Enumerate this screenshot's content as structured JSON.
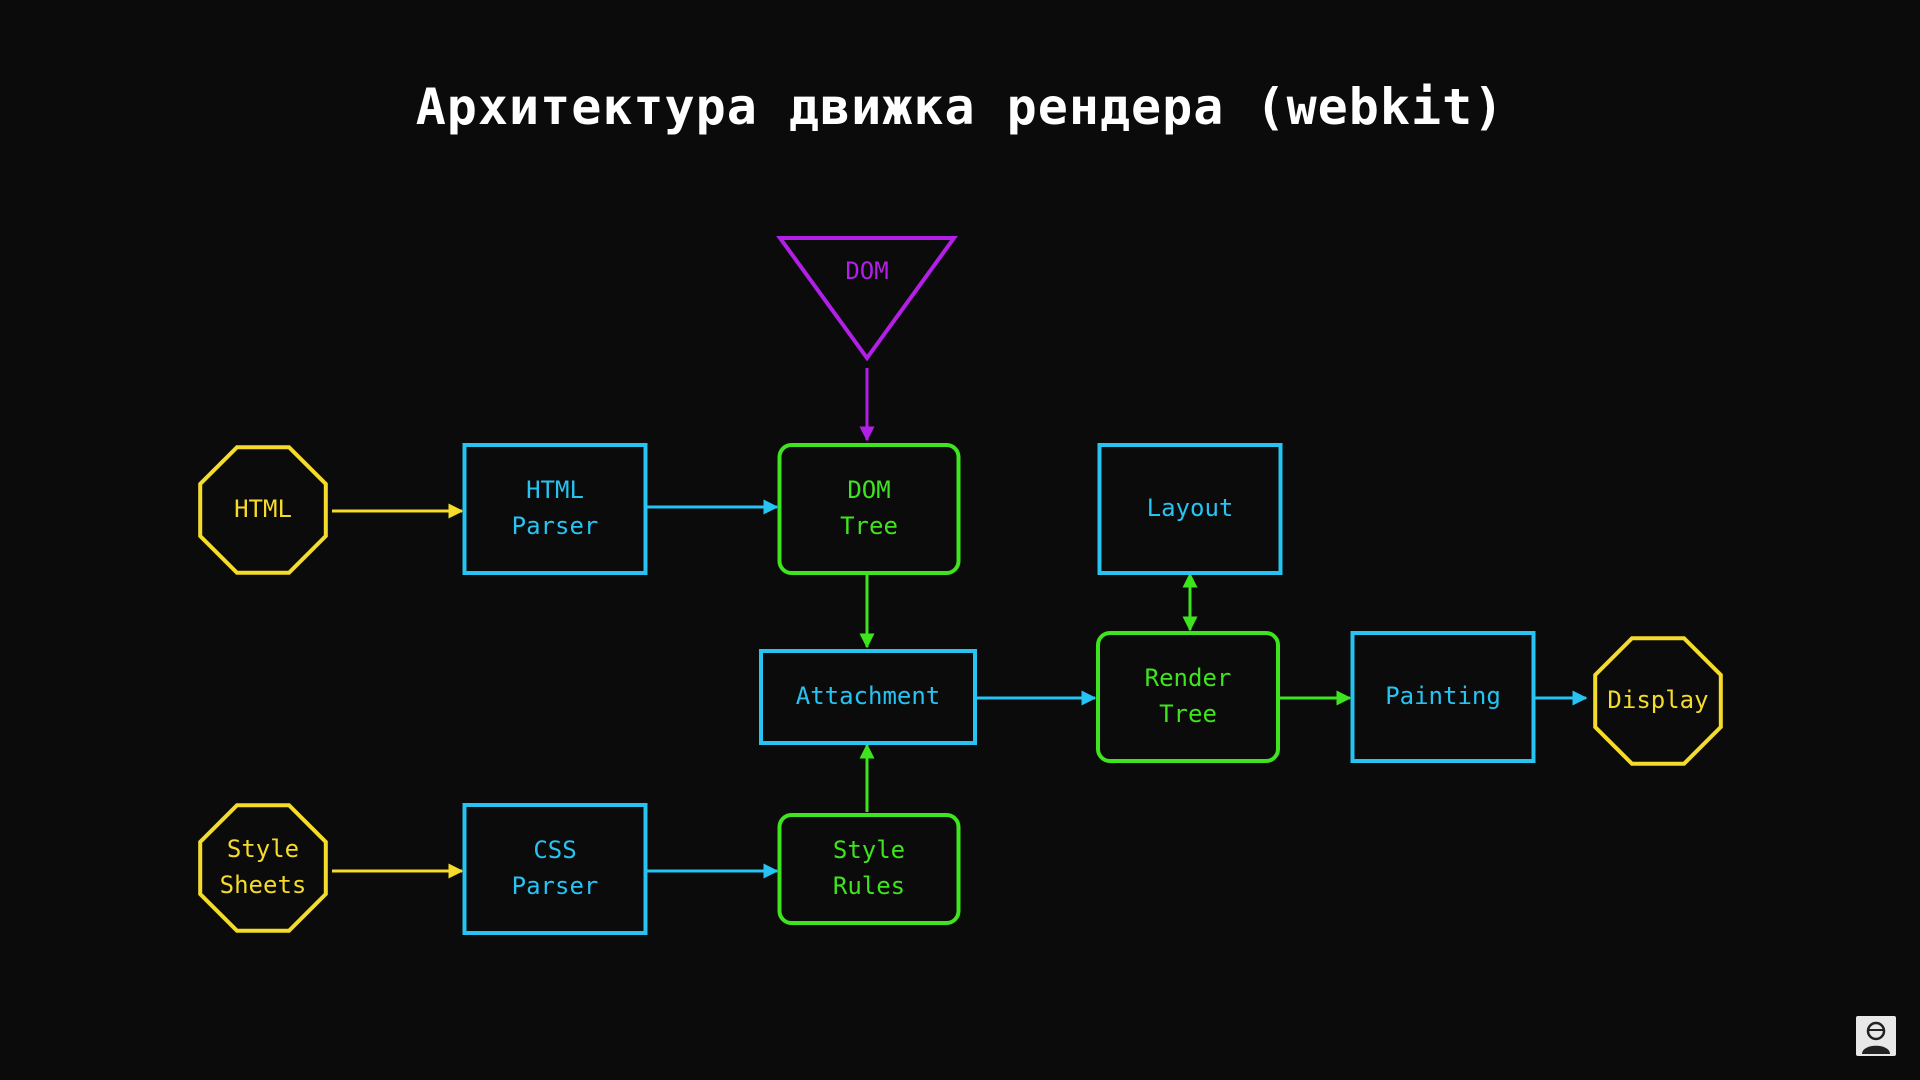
{
  "title": "Архитектура движка рендера (webkit)",
  "colors": {
    "background": "#0b0b0b",
    "source": "#f5dc2a",
    "parser": "#27c3f2",
    "tree": "#3ee41e",
    "dom": "#b21fe6"
  },
  "nodes": {
    "dom_source": {
      "lines": [
        "DOM"
      ],
      "shape": "triangle",
      "color": "dom"
    },
    "html_input": {
      "lines": [
        "HTML"
      ],
      "shape": "octagon",
      "color": "source"
    },
    "html_parser": {
      "lines": [
        "HTML",
        "Parser"
      ],
      "shape": "rect",
      "color": "parser"
    },
    "dom_tree": {
      "lines": [
        "DOM",
        "Tree"
      ],
      "shape": "rounded-rect",
      "color": "tree"
    },
    "layout": {
      "lines": [
        "Layout"
      ],
      "shape": "rect",
      "color": "parser"
    },
    "attachment": {
      "lines": [
        "Attachment"
      ],
      "shape": "rect",
      "color": "parser"
    },
    "render_tree": {
      "lines": [
        "Render",
        "Tree"
      ],
      "shape": "rounded-rect",
      "color": "tree"
    },
    "painting": {
      "lines": [
        "Painting"
      ],
      "shape": "rect",
      "color": "parser"
    },
    "display": {
      "lines": [
        "Display"
      ],
      "shape": "octagon",
      "color": "source"
    },
    "style_sheets": {
      "lines": [
        "Style",
        "Sheets"
      ],
      "shape": "octagon",
      "color": "source"
    },
    "css_parser": {
      "lines": [
        "CSS",
        "Parser"
      ],
      "shape": "rect",
      "color": "parser"
    },
    "style_rules": {
      "lines": [
        "Style",
        "Rules"
      ],
      "shape": "rounded-rect",
      "color": "tree"
    }
  },
  "edges": [
    {
      "from": "dom_source",
      "to": "dom_tree",
      "color": "dom"
    },
    {
      "from": "html_input",
      "to": "html_parser",
      "color": "source"
    },
    {
      "from": "html_parser",
      "to": "dom_tree",
      "color": "parser"
    },
    {
      "from": "dom_tree",
      "to": "attachment",
      "color": "tree"
    },
    {
      "from": "style_rules",
      "to": "attachment",
      "color": "tree"
    },
    {
      "from": "attachment",
      "to": "render_tree",
      "color": "parser"
    },
    {
      "from": "render_tree",
      "to": "layout",
      "color": "tree",
      "bidirectional": true
    },
    {
      "from": "render_tree",
      "to": "painting",
      "color": "tree"
    },
    {
      "from": "painting",
      "to": "display",
      "color": "parser"
    },
    {
      "from": "style_sheets",
      "to": "css_parser",
      "color": "source"
    },
    {
      "from": "css_parser",
      "to": "style_rules",
      "color": "parser"
    }
  ],
  "avatar_icon": "user-avatar-icon"
}
